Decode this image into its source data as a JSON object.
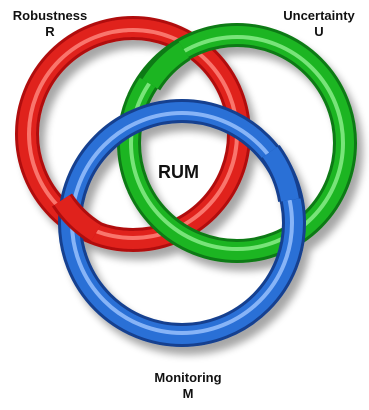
{
  "labels": {
    "robustness": {
      "name": "Robustness",
      "letter": "R"
    },
    "uncertainty": {
      "name": "Uncertainty",
      "letter": "U"
    },
    "monitoring": {
      "name": "Monitoring",
      "letter": "M"
    },
    "center": "RUM"
  },
  "colors": {
    "red_ring": "#e0201e",
    "green_ring": "#1fb524",
    "blue_ring": "#2a6fd6"
  }
}
